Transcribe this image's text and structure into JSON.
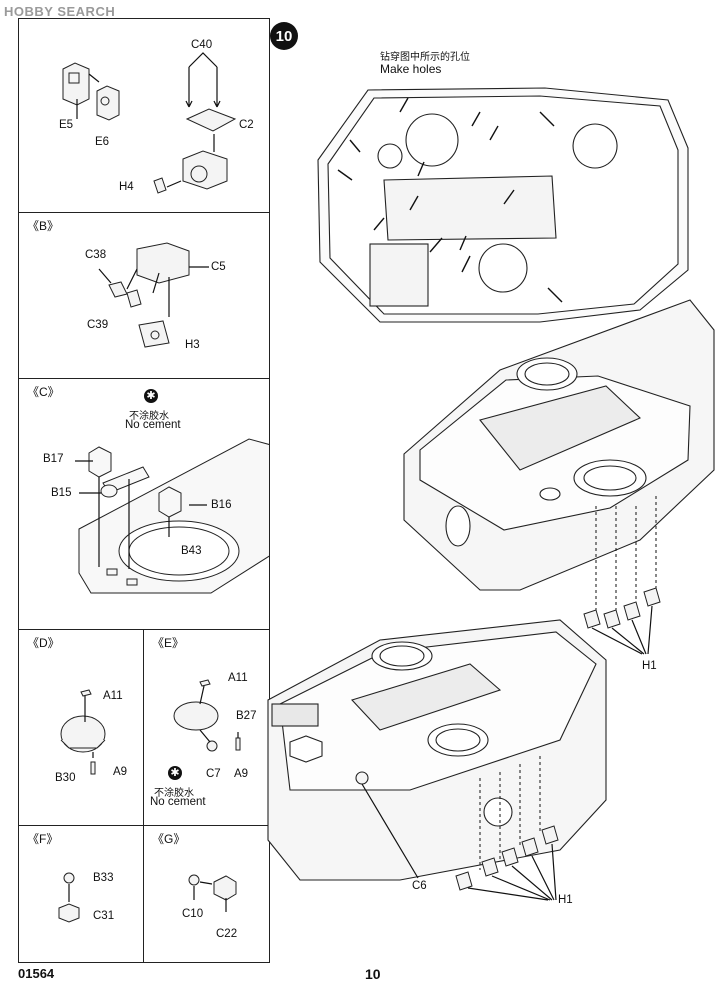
{
  "watermark": "HOBBY SEARCH",
  "step": {
    "number": "10",
    "note_cn": "钻穿图中所示的孔位",
    "note_en": "Make holes"
  },
  "panels": {
    "top": {
      "labels": [
        "C40",
        "C2",
        "E5",
        "E6",
        "H4"
      ]
    },
    "b": {
      "title": "《B》",
      "labels": [
        "C38",
        "C5",
        "C39",
        "H3"
      ]
    },
    "c": {
      "title": "《C》",
      "cement_cn": "不涂胶水",
      "cement_en": "No cement",
      "labels": [
        "B17",
        "B15",
        "B16",
        "B43"
      ]
    },
    "d": {
      "title": "《D》",
      "labels": [
        "A11",
        "B30",
        "A9"
      ]
    },
    "e": {
      "title": "《E》",
      "labels": [
        "A11",
        "B27",
        "C7",
        "A9"
      ],
      "cement_cn": "不涂胶水",
      "cement_en": "No cement"
    },
    "f": {
      "title": "《F》",
      "labels": [
        "B33",
        "C31"
      ]
    },
    "g": {
      "title": "《G》",
      "labels": [
        "C10",
        "C22"
      ]
    }
  },
  "main_labels": {
    "h1_upper": "H1",
    "h1_lower": "H1",
    "c6": "C6"
  },
  "footer": {
    "catalog": "01564",
    "page": "10"
  }
}
